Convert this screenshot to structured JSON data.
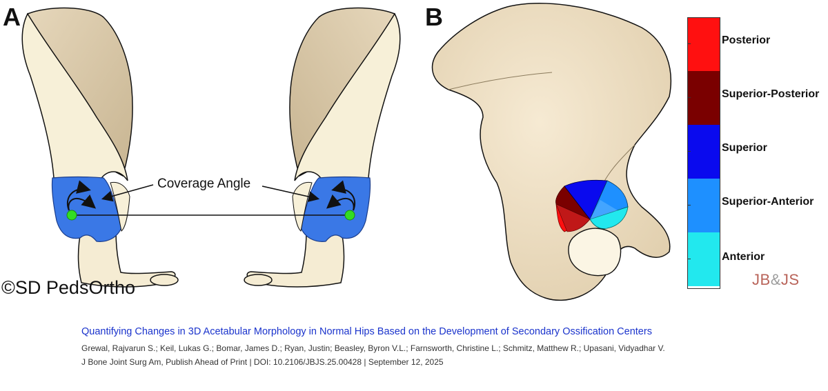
{
  "panels": {
    "a": "A",
    "b": "B"
  },
  "credit": "©SD PedsOrtho",
  "callout": "Coverage Angle",
  "legend": {
    "items": [
      {
        "label": "Posterior",
        "color": "#ff1010"
      },
      {
        "label": "Superior-Posterior",
        "color": "#7a0000"
      },
      {
        "label": "Superior",
        "color": "#0a0aee"
      },
      {
        "label": "Superior-Anterior",
        "color": "#1e90ff"
      },
      {
        "label": "Anterior",
        "color": "#22e8ee"
      }
    ]
  },
  "colors": {
    "bone_shade": "#d8c7a8",
    "bone_light": "#f7f0d8",
    "acetabulum_blue": "#3a78e6",
    "landmark_green": "#33dd22"
  },
  "logo": {
    "left": "JB",
    "amp": "&",
    "right": "JS"
  },
  "citation": {
    "title": "Quantifying Changes in 3D Acetabular Morphology in Normal Hips Based on the Development of Secondary Ossification Centers",
    "authors": "Grewal, Rajvarun S.; Keil, Lukas G.; Bomar, James D.; Ryan, Justin; Beasley, Byron V.L.; Farnsworth, Christine L.; Schmitz, Matthew R.; Upasani, Vidyadhar V.",
    "journal": "J Bone Joint Surg Am, Publish Ahead of Print | DOI: 10.2106/JBJS.25.00428 | September 12, 2025"
  }
}
